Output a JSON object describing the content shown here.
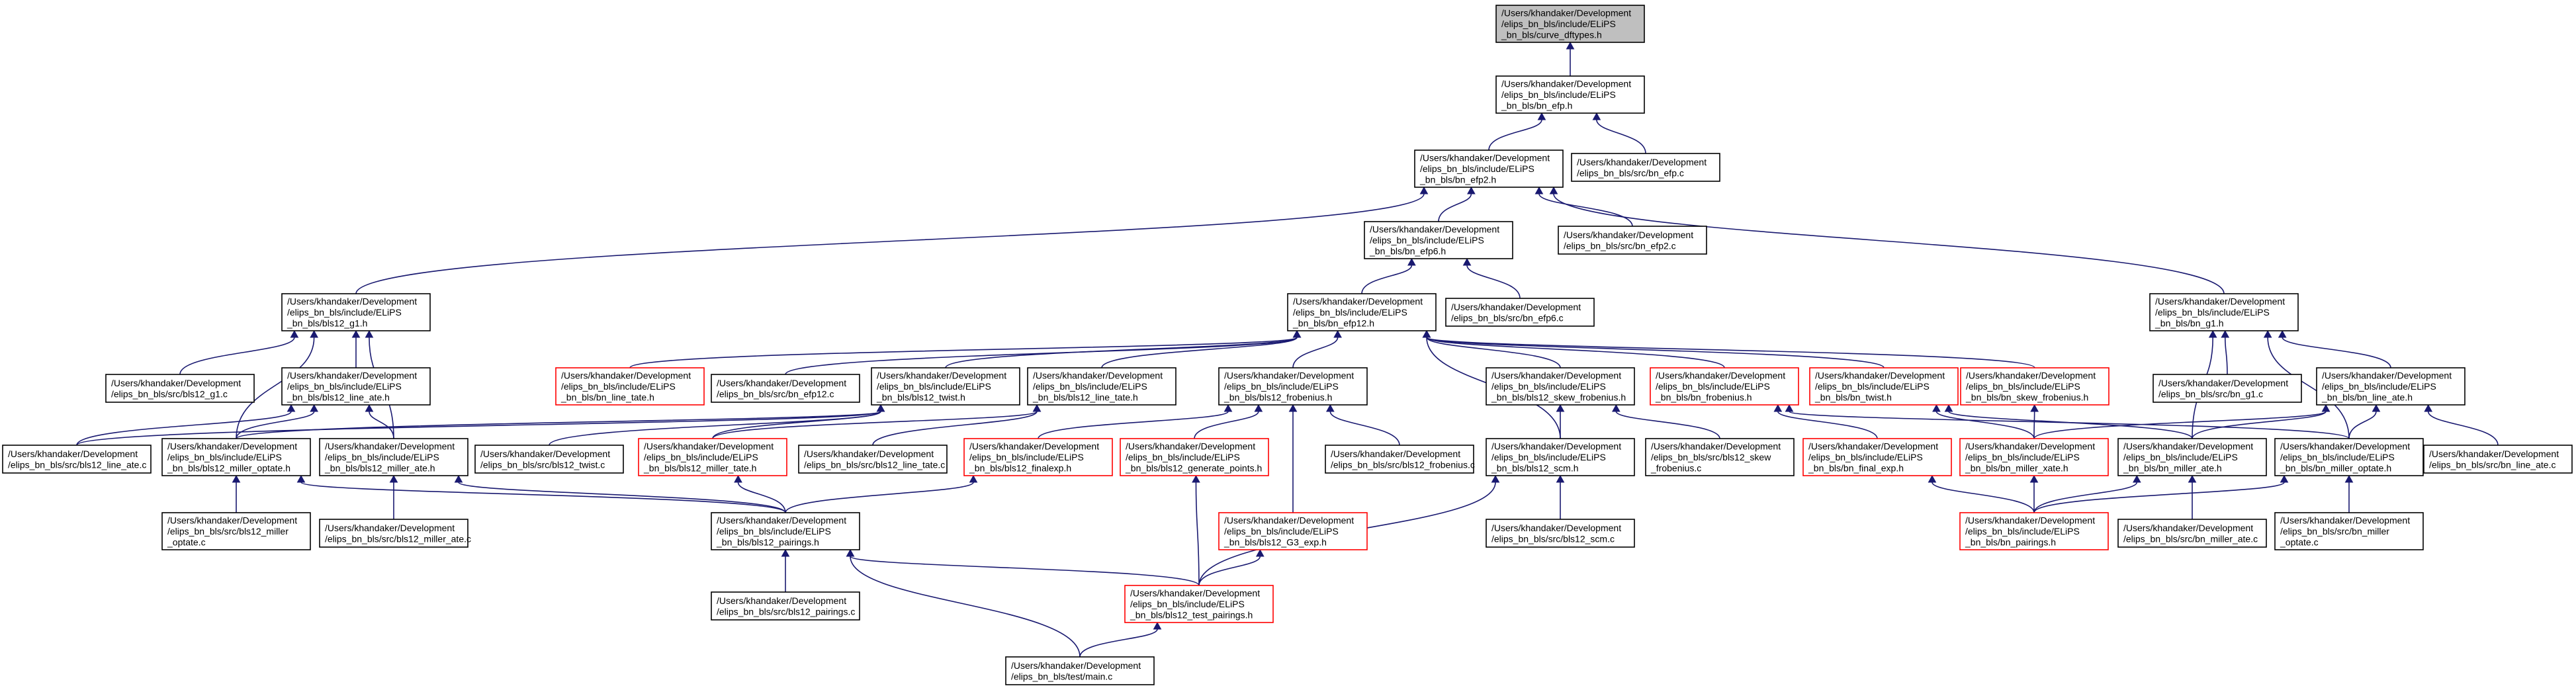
{
  "nodes": [
    {
      "id": "curve_dftypes",
      "lines": [
        "/Users/khandaker/Development",
        "/elips_bn_bls/include/ELiPS",
        "_bn_bls/curve_dftypes.h"
      ],
      "style": "root"
    },
    {
      "id": "bn_efp_h",
      "lines": [
        "/Users/khandaker/Development",
        "/elips_bn_bls/include/ELiPS",
        "_bn_bls/bn_efp.h"
      ],
      "style": "black"
    },
    {
      "id": "bn_efp2_h",
      "lines": [
        "/Users/khandaker/Development",
        "/elips_bn_bls/include/ELiPS",
        "_bn_bls/bn_efp2.h"
      ],
      "style": "black"
    },
    {
      "id": "bn_efp_c",
      "lines": [
        "/Users/khandaker/Development",
        "/elips_bn_bls/src/bn_efp.c"
      ],
      "style": "black"
    },
    {
      "id": "bn_efp6_h",
      "lines": [
        "/Users/khandaker/Development",
        "/elips_bn_bls/include/ELiPS",
        "_bn_bls/bn_efp6.h"
      ],
      "style": "black"
    },
    {
      "id": "bn_efp2_c",
      "lines": [
        "/Users/khandaker/Development",
        "/elips_bn_bls/src/bn_efp2.c"
      ],
      "style": "black"
    },
    {
      "id": "bls12_g1_h",
      "lines": [
        "/Users/khandaker/Development",
        "/elips_bn_bls/include/ELiPS",
        "_bn_bls/bls12_g1.h"
      ],
      "style": "black"
    },
    {
      "id": "bn_efp12_h",
      "lines": [
        "/Users/khandaker/Development",
        "/elips_bn_bls/include/ELiPS",
        "_bn_bls/bn_efp12.h"
      ],
      "style": "black"
    },
    {
      "id": "bn_efp6_c",
      "lines": [
        "/Users/khandaker/Development",
        "/elips_bn_bls/src/bn_efp6.c"
      ],
      "style": "black"
    },
    {
      "id": "bn_g1_h",
      "lines": [
        "/Users/khandaker/Development",
        "/elips_bn_bls/include/ELiPS",
        "_bn_bls/bn_g1.h"
      ],
      "style": "black"
    },
    {
      "id": "bls12_g1_c",
      "lines": [
        "/Users/khandaker/Development",
        "/elips_bn_bls/src/bls12_g1.c"
      ],
      "style": "black"
    },
    {
      "id": "bls12_line_ate_h",
      "lines": [
        "/Users/khandaker/Development",
        "/elips_bn_bls/include/ELiPS",
        "_bn_bls/bls12_line_ate.h"
      ],
      "style": "black"
    },
    {
      "id": "bn_line_tate_h",
      "lines": [
        "/Users/khandaker/Development",
        "/elips_bn_bls/include/ELiPS",
        "_bn_bls/bn_line_tate.h"
      ],
      "style": "red"
    },
    {
      "id": "bn_efp12_c",
      "lines": [
        "/Users/khandaker/Development",
        "/elips_bn_bls/src/bn_efp12.c"
      ],
      "style": "black"
    },
    {
      "id": "bls12_twist_h",
      "lines": [
        "/Users/khandaker/Development",
        "/elips_bn_bls/include/ELiPS",
        "_bn_bls/bls12_twist.h"
      ],
      "style": "black"
    },
    {
      "id": "bls12_line_tate_h",
      "lines": [
        "/Users/khandaker/Development",
        "/elips_bn_bls/include/ELiPS",
        "_bn_bls/bls12_line_tate.h"
      ],
      "style": "black"
    },
    {
      "id": "bls12_frobenius_h",
      "lines": [
        "/Users/khandaker/Development",
        "/elips_bn_bls/include/ELiPS",
        "_bn_bls/bls12_frobenius.h"
      ],
      "style": "black"
    },
    {
      "id": "bls12_skew_frobenius_h",
      "lines": [
        "/Users/khandaker/Development",
        "/elips_bn_bls/include/ELiPS",
        "_bn_bls/bls12_skew_frobenius.h"
      ],
      "style": "black"
    },
    {
      "id": "bn_frobenius_h",
      "lines": [
        "/Users/khandaker/Development",
        "/elips_bn_bls/include/ELiPS",
        "_bn_bls/bn_frobenius.h"
      ],
      "style": "red"
    },
    {
      "id": "bn_twist_h",
      "lines": [
        "/Users/khandaker/Development",
        "/elips_bn_bls/include/ELiPS",
        "_bn_bls/bn_twist.h"
      ],
      "style": "red"
    },
    {
      "id": "bn_skew_frobenius_h",
      "lines": [
        "/Users/khandaker/Development",
        "/elips_bn_bls/include/ELiPS",
        "_bn_bls/bn_skew_frobenius.h"
      ],
      "style": "red"
    },
    {
      "id": "bn_g1_c",
      "lines": [
        "/Users/khandaker/Development",
        "/elips_bn_bls/src/bn_g1.c"
      ],
      "style": "black"
    },
    {
      "id": "bn_line_ate_h",
      "lines": [
        "/Users/khandaker/Development",
        "/elips_bn_bls/include/ELiPS",
        "_bn_bls/bn_line_ate.h"
      ],
      "style": "black"
    },
    {
      "id": "bls12_line_ate_c",
      "lines": [
        "/Users/khandaker/Development",
        "/elips_bn_bls/src/bls12_line_ate.c"
      ],
      "style": "black"
    },
    {
      "id": "bls12_miller_optate_h",
      "lines": [
        "/Users/khandaker/Development",
        "/elips_bn_bls/include/ELiPS",
        "_bn_bls/bls12_miller_optate.h"
      ],
      "style": "black"
    },
    {
      "id": "bls12_miller_ate_h",
      "lines": [
        "/Users/khandaker/Development",
        "/elips_bn_bls/include/ELiPS",
        "_bn_bls/bls12_miller_ate.h"
      ],
      "style": "black"
    },
    {
      "id": "bls12_twist_c",
      "lines": [
        "/Users/khandaker/Development",
        "/elips_bn_bls/src/bls12_twist.c"
      ],
      "style": "black"
    },
    {
      "id": "bls12_miller_tate_h",
      "lines": [
        "/Users/khandaker/Development",
        "/elips_bn_bls/include/ELiPS",
        "_bn_bls/bls12_miller_tate.h"
      ],
      "style": "red"
    },
    {
      "id": "bls12_line_tate_c",
      "lines": [
        "/Users/khandaker/Development",
        "/elips_bn_bls/src/bls12_line_tate.c"
      ],
      "style": "black"
    },
    {
      "id": "bls12_finalexp_h",
      "lines": [
        "/Users/khandaker/Development",
        "/elips_bn_bls/include/ELiPS",
        "_bn_bls/bls12_finalexp.h"
      ],
      "style": "red"
    },
    {
      "id": "bls12_generate_points_h",
      "lines": [
        "/Users/khandaker/Development",
        "/elips_bn_bls/include/ELiPS",
        "_bn_bls/bls12_generate_points.h"
      ],
      "style": "red"
    },
    {
      "id": "bls12_frobenius_c",
      "lines": [
        "/Users/khandaker/Development",
        "/elips_bn_bls/src/bls12_frobenius.c"
      ],
      "style": "black"
    },
    {
      "id": "bls12_scm_h",
      "lines": [
        "/Users/khandaker/Development",
        "/elips_bn_bls/include/ELiPS",
        "_bn_bls/bls12_scm.h"
      ],
      "style": "black"
    },
    {
      "id": "bls12_skew_frobenius_c",
      "lines": [
        "/Users/khandaker/Development",
        "/elips_bn_bls/src/bls12_skew",
        "_frobenius.c"
      ],
      "style": "black"
    },
    {
      "id": "bn_final_exp_h",
      "lines": [
        "/Users/khandaker/Development",
        "/elips_bn_bls/include/ELiPS",
        "_bn_bls/bn_final_exp.h"
      ],
      "style": "red"
    },
    {
      "id": "bn_miller_xate_h",
      "lines": [
        "/Users/khandaker/Development",
        "/elips_bn_bls/include/ELiPS",
        "_bn_bls/bn_miller_xate.h"
      ],
      "style": "red"
    },
    {
      "id": "bn_miller_ate_h",
      "lines": [
        "/Users/khandaker/Development",
        "/elips_bn_bls/include/ELiPS",
        "_bn_bls/bn_miller_ate.h"
      ],
      "style": "black"
    },
    {
      "id": "bn_miller_optate_h",
      "lines": [
        "/Users/khandaker/Development",
        "/elips_bn_bls/include/ELiPS",
        "_bn_bls/bn_miller_optate.h"
      ],
      "style": "black"
    },
    {
      "id": "bn_line_ate_c",
      "lines": [
        "/Users/khandaker/Development",
        "/elips_bn_bls/src/bn_line_ate.c"
      ],
      "style": "black"
    },
    {
      "id": "bls12_miller_optate_c",
      "lines": [
        "/Users/khandaker/Development",
        "/elips_bn_bls/src/bls12_miller",
        "_optate.c"
      ],
      "style": "black"
    },
    {
      "id": "bls12_miller_ate_c",
      "lines": [
        "/Users/khandaker/Development",
        "/elips_bn_bls/src/bls12_miller_ate.c"
      ],
      "style": "black"
    },
    {
      "id": "bls12_pairings_h",
      "lines": [
        "/Users/khandaker/Development",
        "/elips_bn_bls/include/ELiPS",
        "_bn_bls/bls12_pairings.h"
      ],
      "style": "black"
    },
    {
      "id": "bls12_g3_exp_h",
      "lines": [
        "/Users/khandaker/Development",
        "/elips_bn_bls/include/ELiPS",
        "_bn_bls/bls12_G3_exp.h"
      ],
      "style": "red"
    },
    {
      "id": "bls12_scm_c",
      "lines": [
        "/Users/khandaker/Development",
        "/elips_bn_bls/src/bls12_scm.c"
      ],
      "style": "black"
    },
    {
      "id": "bn_pairings_h",
      "lines": [
        "/Users/khandaker/Development",
        "/elips_bn_bls/include/ELiPS",
        "_bn_bls/bn_pairings.h"
      ],
      "style": "red"
    },
    {
      "id": "bn_miller_ate_c",
      "lines": [
        "/Users/khandaker/Development",
        "/elips_bn_bls/src/bn_miller_ate.c"
      ],
      "style": "black"
    },
    {
      "id": "bn_miller_optate_c",
      "lines": [
        "/Users/khandaker/Development",
        "/elips_bn_bls/src/bn_miller",
        "_optate.c"
      ],
      "style": "black"
    },
    {
      "id": "bls12_pairings_c",
      "lines": [
        "/Users/khandaker/Development",
        "/elips_bn_bls/src/bls12_pairings.c"
      ],
      "style": "black"
    },
    {
      "id": "bls12_test_pairings_h",
      "lines": [
        "/Users/khandaker/Development",
        "/elips_bn_bls/include/ELiPS",
        "_bn_bls/bls12_test_pairings.h"
      ],
      "style": "red"
    },
    {
      "id": "test_main_c",
      "lines": [
        "/Users/khandaker/Development",
        "/elips_bn_bls/test/main.c"
      ],
      "style": "black"
    }
  ],
  "edges": [
    [
      "bn_efp_h",
      "curve_dftypes"
    ],
    [
      "bn_efp2_h",
      "bn_efp_h"
    ],
    [
      "bn_efp_c",
      "bn_efp_h"
    ],
    [
      "bn_efp6_h",
      "bn_efp2_h"
    ],
    [
      "bn_efp2_c",
      "bn_efp2_h"
    ],
    [
      "bls12_g1_h",
      "bn_efp2_h"
    ],
    [
      "bn_g1_h",
      "bn_efp2_h"
    ],
    [
      "bn_efp12_h",
      "bn_efp6_h"
    ],
    [
      "bn_efp6_c",
      "bn_efp6_h"
    ],
    [
      "bls12_g1_c",
      "bls12_g1_h"
    ],
    [
      "bls12_line_ate_h",
      "bls12_g1_h"
    ],
    [
      "bls12_miller_optate_h",
      "bls12_g1_h"
    ],
    [
      "bls12_miller_ate_h",
      "bls12_g1_h"
    ],
    [
      "bn_line_tate_h",
      "bn_efp12_h"
    ],
    [
      "bn_efp12_c",
      "bn_efp12_h"
    ],
    [
      "bls12_twist_h",
      "bn_efp12_h"
    ],
    [
      "bls12_line_tate_h",
      "bn_efp12_h"
    ],
    [
      "bls12_frobenius_h",
      "bn_efp12_h"
    ],
    [
      "bls12_skew_frobenius_h",
      "bn_efp12_h"
    ],
    [
      "bn_frobenius_h",
      "bn_efp12_h"
    ],
    [
      "bn_twist_h",
      "bn_efp12_h"
    ],
    [
      "bn_skew_frobenius_h",
      "bn_efp12_h"
    ],
    [
      "bls12_scm_h",
      "bn_efp12_h"
    ],
    [
      "bn_g1_c",
      "bn_g1_h"
    ],
    [
      "bn_line_ate_h",
      "bn_g1_h"
    ],
    [
      "bn_miller_ate_h",
      "bn_g1_h"
    ],
    [
      "bn_miller_optate_h",
      "bn_g1_h"
    ],
    [
      "bls12_line_ate_c",
      "bls12_line_ate_h"
    ],
    [
      "bls12_miller_optate_h",
      "bls12_line_ate_h"
    ],
    [
      "bls12_miller_ate_h",
      "bls12_line_ate_h"
    ],
    [
      "bls12_line_ate_c",
      "bls12_twist_h"
    ],
    [
      "bls12_miller_optate_h",
      "bls12_twist_h"
    ],
    [
      "bls12_twist_c",
      "bls12_twist_h"
    ],
    [
      "bls12_miller_tate_h",
      "bls12_twist_h"
    ],
    [
      "bls12_miller_tate_h",
      "bls12_line_tate_h"
    ],
    [
      "bls12_line_tate_c",
      "bls12_line_tate_h"
    ],
    [
      "bls12_finalexp_h",
      "bls12_frobenius_h"
    ],
    [
      "bls12_generate_points_h",
      "bls12_frobenius_h"
    ],
    [
      "bls12_frobenius_c",
      "bls12_frobenius_h"
    ],
    [
      "bls12_g3_exp_h",
      "bls12_frobenius_h"
    ],
    [
      "bls12_scm_h",
      "bls12_skew_frobenius_h"
    ],
    [
      "bls12_skew_frobenius_c",
      "bls12_skew_frobenius_h"
    ],
    [
      "bn_final_exp_h",
      "bn_frobenius_h"
    ],
    [
      "bn_miller_optate_h",
      "bn_frobenius_h"
    ],
    [
      "bn_miller_xate_h",
      "bn_twist_h"
    ],
    [
      "bn_miller_ate_h",
      "bn_twist_h"
    ],
    [
      "bn_miller_xate_h",
      "bn_skew_frobenius_h"
    ],
    [
      "bn_line_ate_c",
      "bn_line_ate_h"
    ],
    [
      "bn_miller_xate_h",
      "bn_line_ate_h"
    ],
    [
      "bn_miller_ate_h",
      "bn_line_ate_h"
    ],
    [
      "bn_miller_optate_h",
      "bn_line_ate_h"
    ],
    [
      "bls12_miller_optate_c",
      "bls12_miller_optate_h"
    ],
    [
      "bls12_pairings_h",
      "bls12_miller_optate_h"
    ],
    [
      "bls12_miller_ate_c",
      "bls12_miller_ate_h"
    ],
    [
      "bls12_pairings_h",
      "bls12_miller_ate_h"
    ],
    [
      "bls12_pairings_h",
      "bls12_miller_tate_h"
    ],
    [
      "bls12_pairings_h",
      "bls12_finalexp_h"
    ],
    [
      "bls12_test_pairings_h",
      "bls12_generate_points_h"
    ],
    [
      "bls12_test_pairings_h",
      "bls12_scm_h"
    ],
    [
      "bls12_scm_c",
      "bls12_scm_h"
    ],
    [
      "bn_pairings_h",
      "bn_final_exp_h"
    ],
    [
      "bn_pairings_h",
      "bn_miller_xate_h"
    ],
    [
      "bn_pairings_h",
      "bn_miller_ate_h"
    ],
    [
      "bn_miller_ate_c",
      "bn_miller_ate_h"
    ],
    [
      "bn_pairings_h",
      "bn_miller_optate_h"
    ],
    [
      "bn_miller_optate_c",
      "bn_miller_optate_h"
    ],
    [
      "bls12_pairings_c",
      "bls12_pairings_h"
    ],
    [
      "bls12_test_pairings_h",
      "bls12_pairings_h"
    ],
    [
      "test_main_c",
      "bls12_pairings_h"
    ],
    [
      "bls12_test_pairings_h",
      "bls12_g3_exp_h"
    ],
    [
      "test_main_c",
      "bls12_test_pairings_h"
    ]
  ]
}
